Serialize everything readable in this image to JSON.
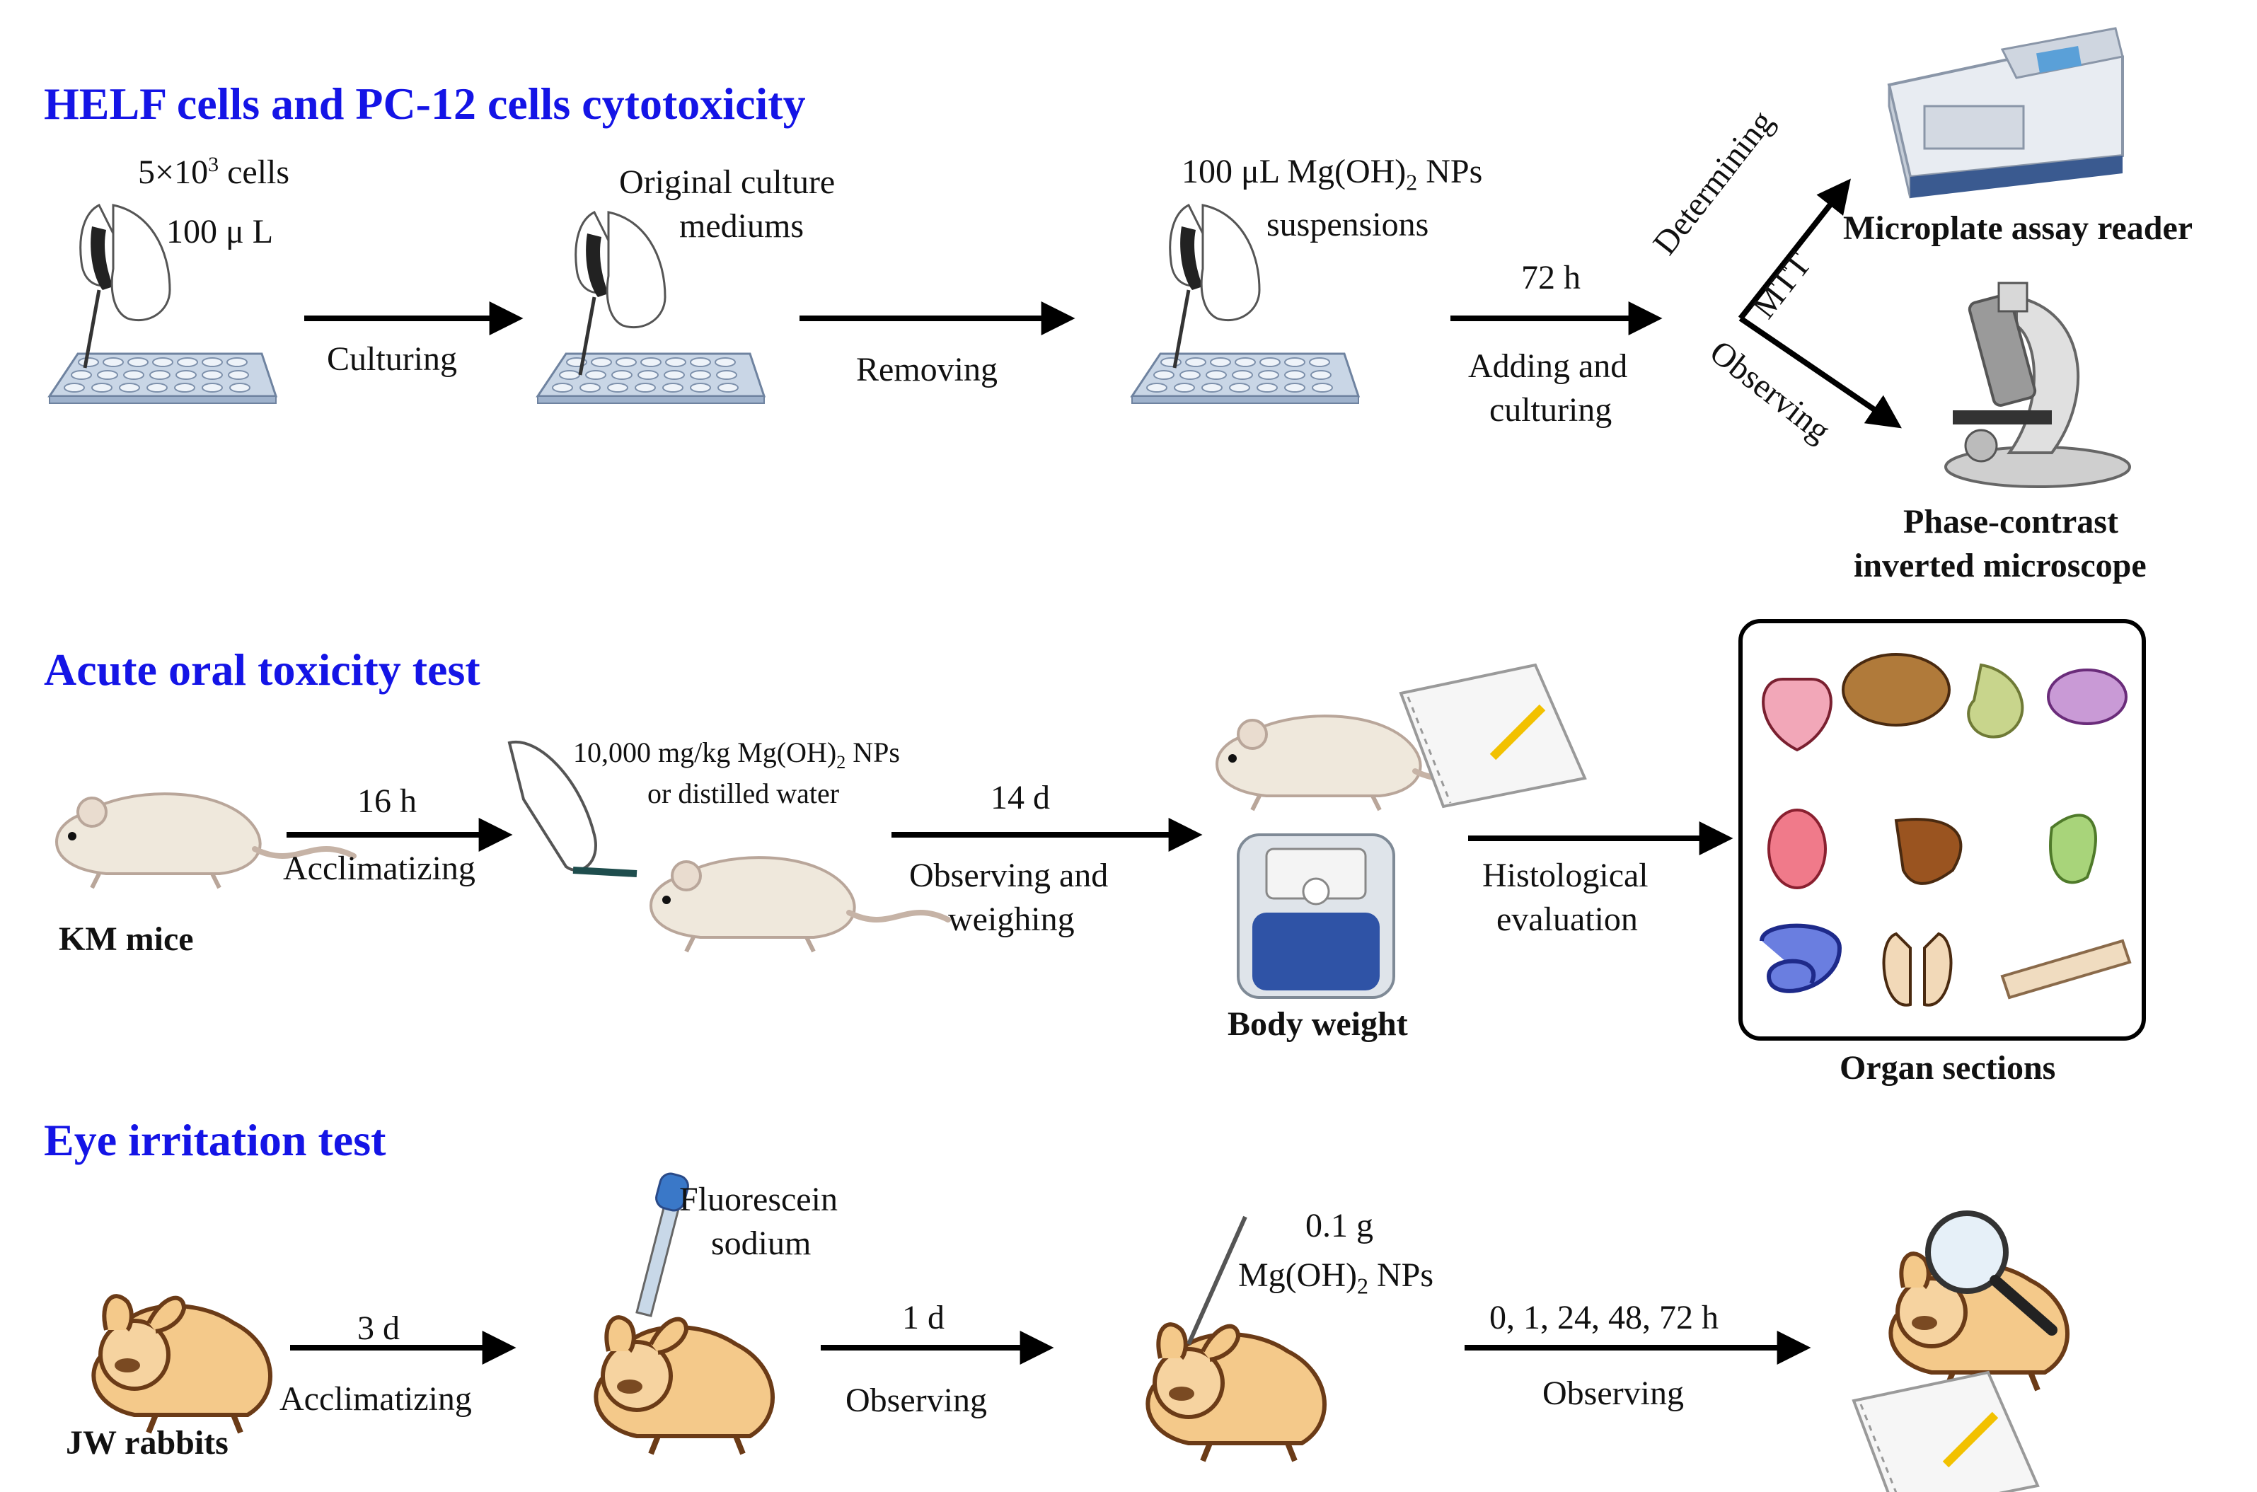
{
  "colors": {
    "section_title": "#1414e6",
    "arrow": "#000000",
    "mouse_body": "#efe8dc",
    "mouse_outline": "#b9a69a",
    "rabbit_body": "#f4c98a",
    "rabbit_outline": "#6b3b17",
    "plate": "#c9d6e6"
  },
  "section1": {
    "title": "HELF cells and PC-12 cells cytotoxicity",
    "step1": {
      "count": "5×10",
      "exp": "3",
      "cells": "cells",
      "volume": "100 μ L"
    },
    "arrow1": "Culturing",
    "step2": {
      "line1": "Original culture",
      "line2": "mediums"
    },
    "arrow2": "Removing",
    "step3": {
      "line1_a": "100  μL Mg(OH)",
      "line1_sub": "2",
      "line1_b": " NPs",
      "line2": "suspensions"
    },
    "arrow3": {
      "top": "72 h",
      "bottom1": "Adding and",
      "bottom2": "culturing"
    },
    "branch_up": "Determining",
    "branch_mtt": "MTT",
    "branch_down": "Observing",
    "reader": "Microplate assay reader",
    "microscope1": "Phase-contrast",
    "microscope2": "inverted microscope"
  },
  "section2": {
    "title": "Acute oral toxicity test",
    "mice": "KM mice",
    "arrow1": {
      "top": "16 h",
      "bottom": "Acclimatizing"
    },
    "dose": {
      "line1_a": "10,000 mg/kg Mg(OH)",
      "line1_sub": "2",
      "line1_b": " NPs",
      "line2": "or distilled water"
    },
    "arrow2": {
      "top": "14 d",
      "bottom1": "Observing and",
      "bottom2": "weighing"
    },
    "body_weight": "Body weight",
    "arrow3": {
      "bottom1": "Histological",
      "bottom2": "evaluation"
    },
    "organs": "Organ sections"
  },
  "section3": {
    "title": "Eye irritation test",
    "rabbits": "JW rabbits",
    "arrow1": {
      "top": "3 d",
      "bottom": "Acclimatizing"
    },
    "dye": {
      "line1": "Fluorescein",
      "line2": "sodium"
    },
    "arrow2": {
      "top": "1 d",
      "bottom": "Observing"
    },
    "dose": {
      "line1": "0.1 g",
      "line2_a": "Mg(OH)",
      "line2_sub": "2",
      "line2_b": " NPs"
    },
    "arrow3": {
      "top": "0, 1, 24, 48, 72 h",
      "bottom": "Observing"
    }
  }
}
